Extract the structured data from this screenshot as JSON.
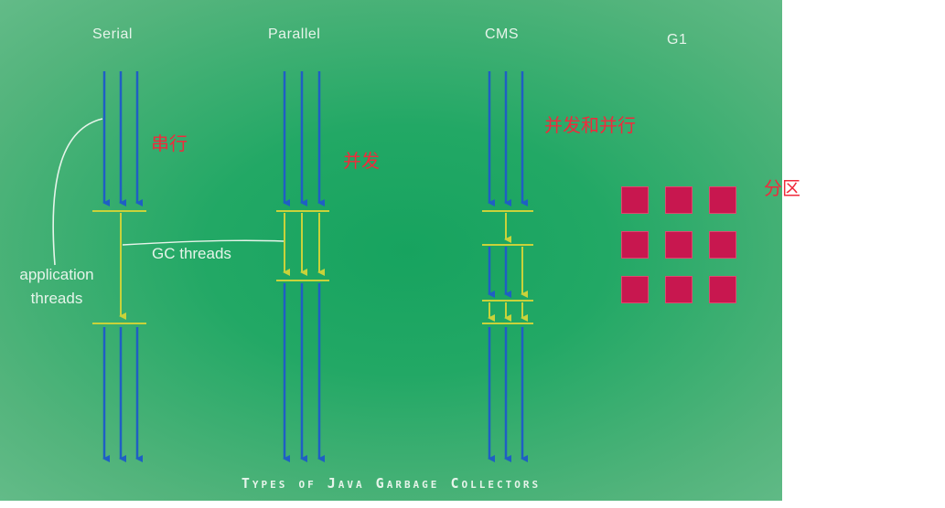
{
  "collectors": [
    {
      "id": "serial",
      "label": "Serial",
      "cn": "串行"
    },
    {
      "id": "parallel",
      "label": "Parallel",
      "cn": "并发"
    },
    {
      "id": "cms",
      "label": "CMS",
      "cn": "并发和并行"
    },
    {
      "id": "g1",
      "label": "G1",
      "cn": "分区"
    }
  ],
  "annotations": {
    "application_threads": "application\nthreads",
    "gc_threads": "GC threads"
  },
  "footer": {
    "title": "Types of Java Garbage Collectors"
  },
  "colors": {
    "app_thread": "#1f5fc4",
    "gc_thread": "#c9d23a",
    "region": "#c8174f",
    "cn_text": "#f02a3c",
    "label_text": "#e6f4ea"
  },
  "g1_regions": {
    "rows": 3,
    "cols": 3
  }
}
